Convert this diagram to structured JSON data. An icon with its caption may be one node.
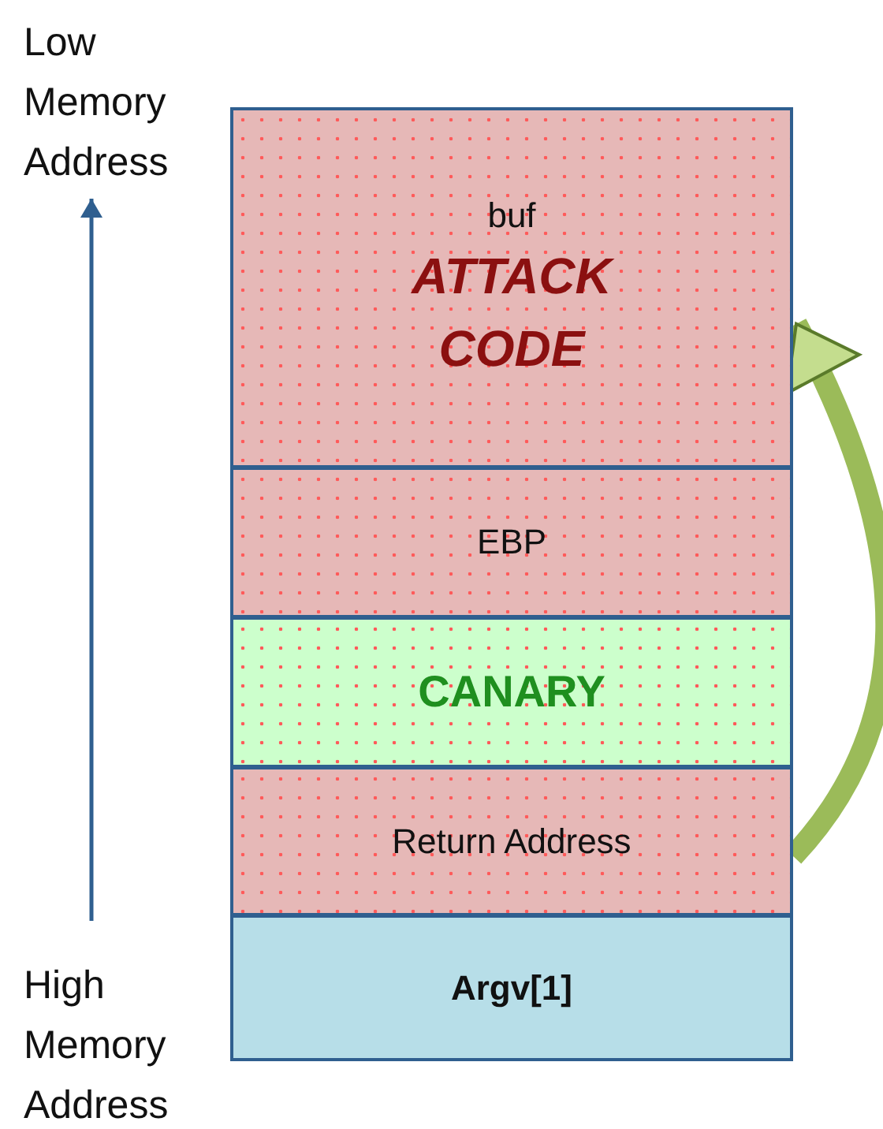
{
  "diagram": {
    "nodes": [
      {
        "text": [
          "buf",
          "ATTACK CODE"
        ]
      },
      {
        "text": [
          "EBP"
        ]
      },
      {
        "text": [
          "CANARY"
        ]
      },
      {
        "text": [
          "Return Address"
        ]
      },
      {
        "text": [
          "Argv[1]"
        ]
      }
    ],
    "edges": [
      {
        "from": 3,
        "to": 0,
        "arrow": "to"
      }
    ],
    "labels": [
      "Low Memory Address",
      "High Memory Address"
    ]
  }
}
